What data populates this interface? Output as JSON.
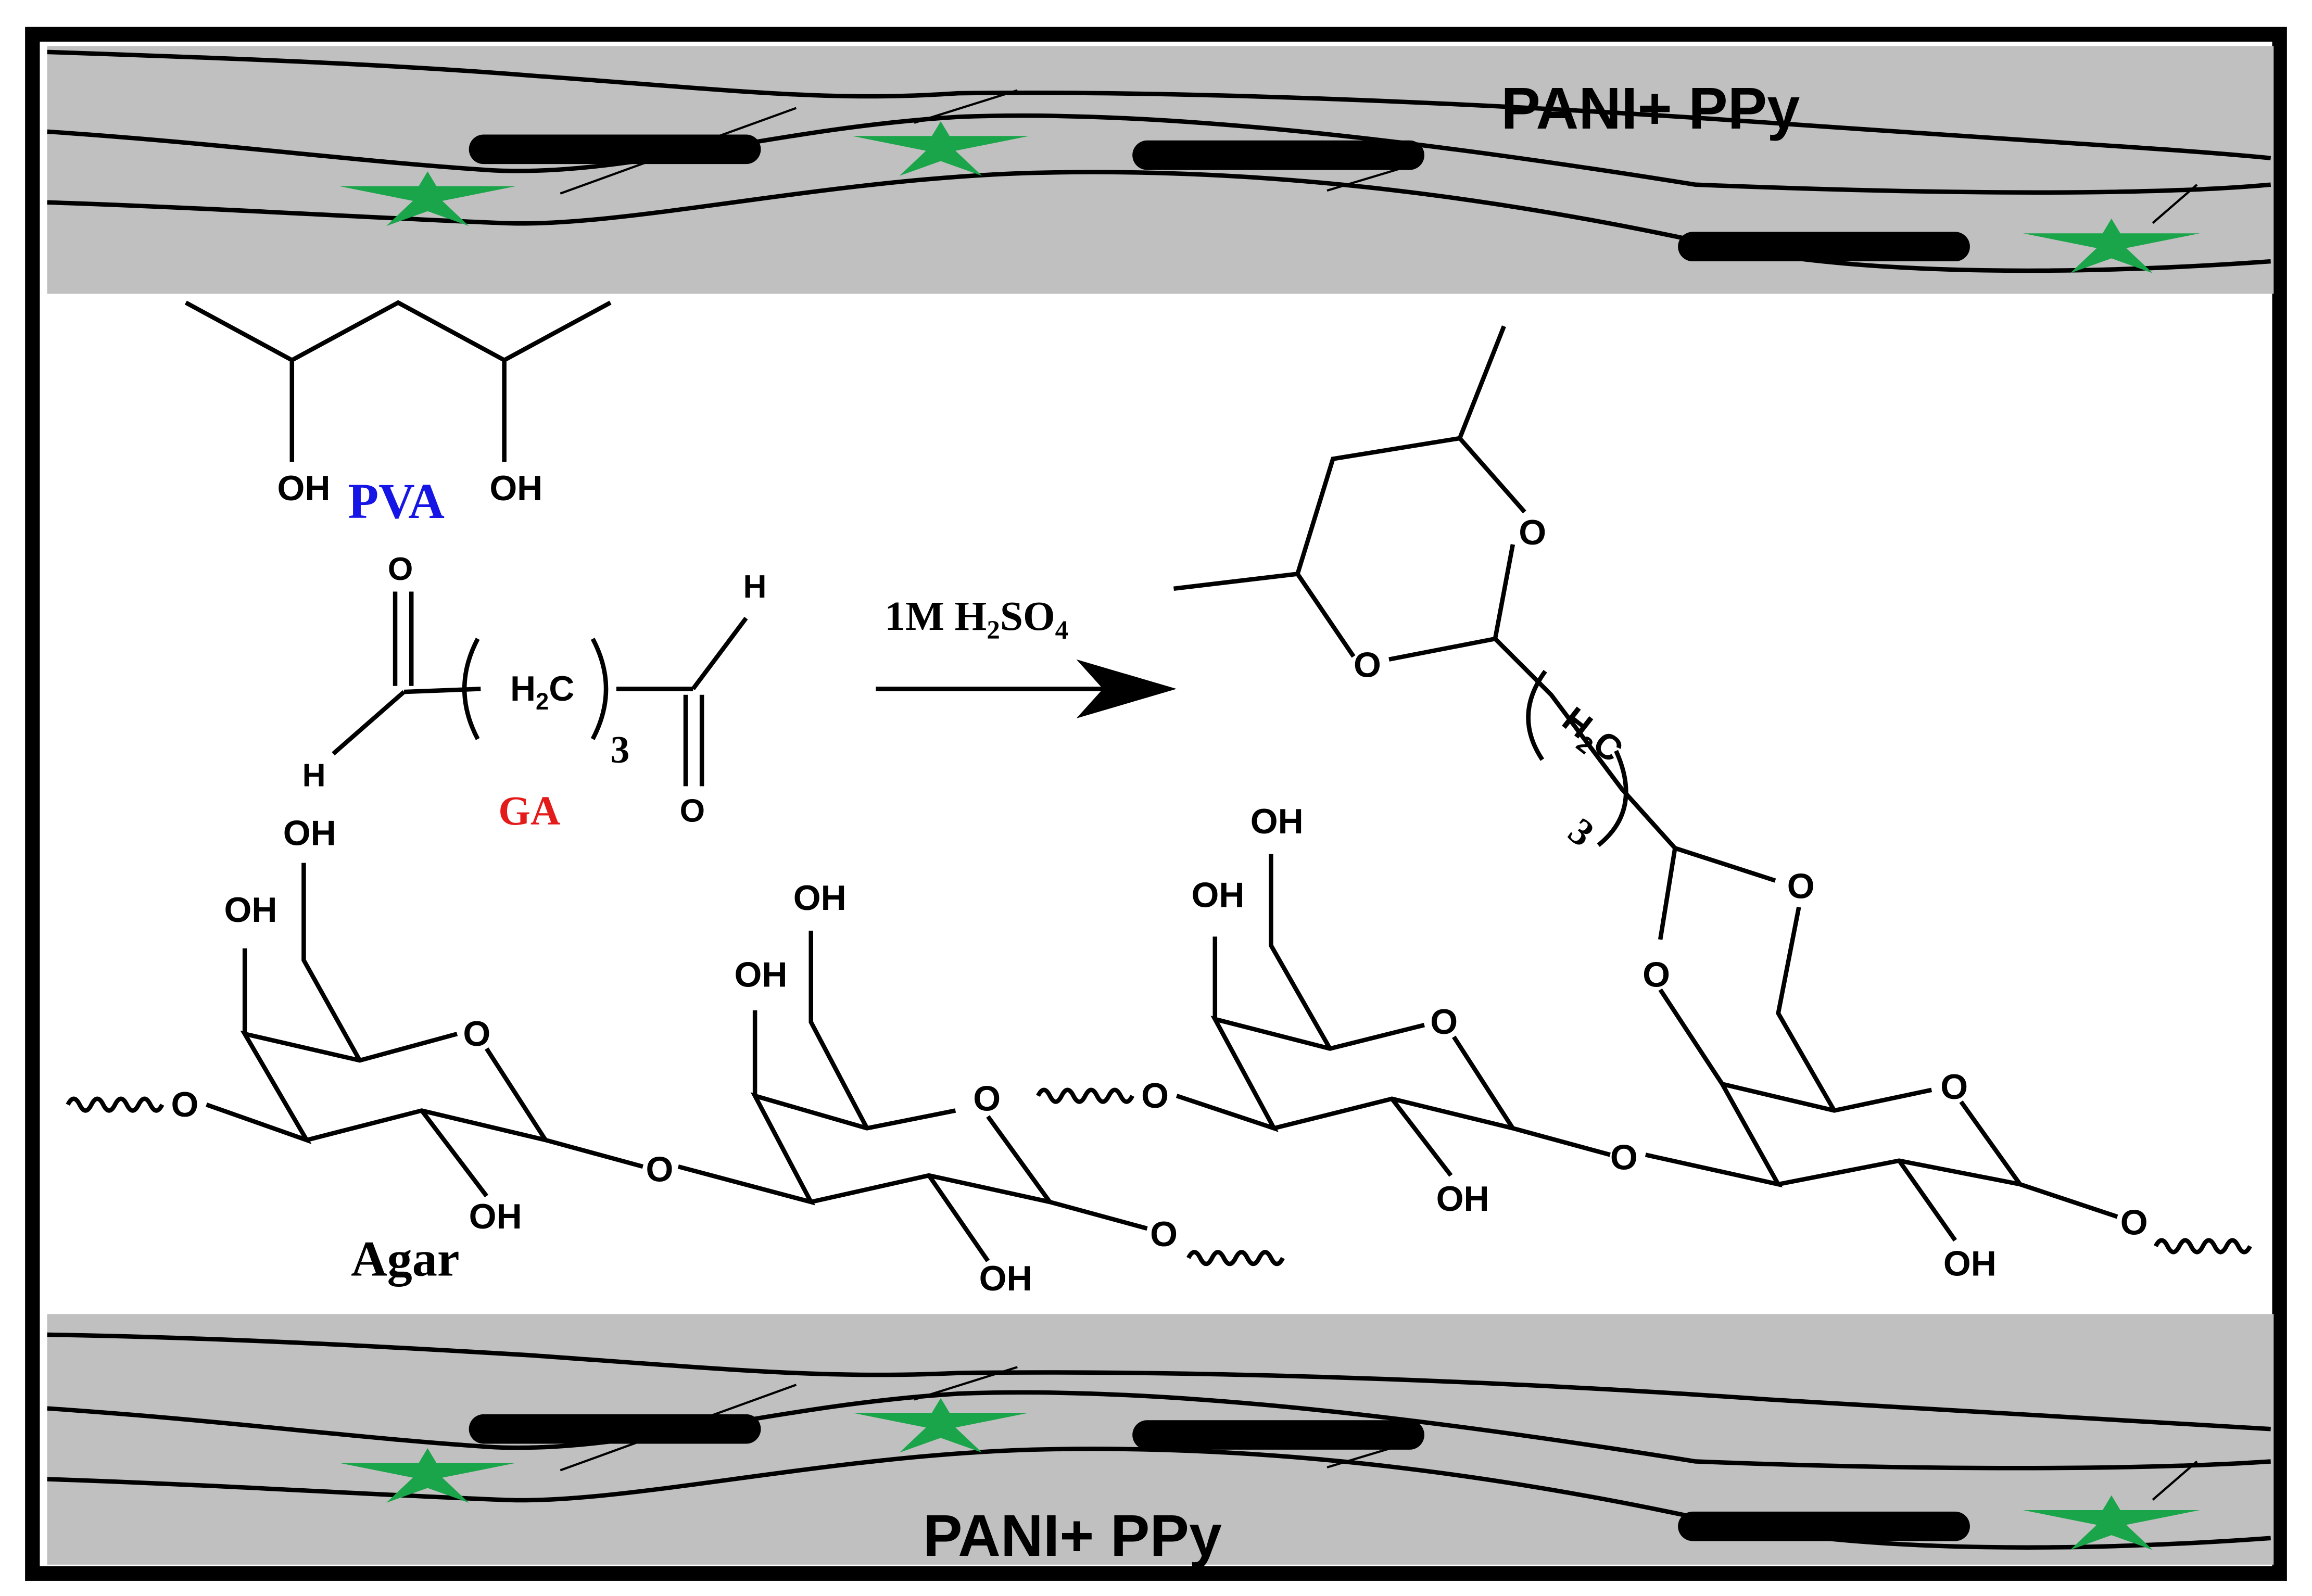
{
  "electrode_label_top": "PANI+ PPy",
  "electrode_label_bottom": "PANI+ PPy",
  "pva": {
    "name": "PVA",
    "oh_left": "OH",
    "oh_right": "OH"
  },
  "ga": {
    "name": "GA",
    "o_left": "O",
    "o_right": "O",
    "h_left": "H",
    "h_right": "H",
    "ch2_h": "H",
    "ch2_sub": "2",
    "ch2_c": "C",
    "n": "3"
  },
  "reaction": {
    "prefix": "1M H",
    "sub1": "2",
    "mid": "SO",
    "sub2": "4"
  },
  "agar": {
    "name": "Agar",
    "wave_o_left": "O",
    "wave_o_right": "O",
    "glyco_o": "O",
    "ring1_o": "O",
    "ring2_o": "O",
    "oh_r1_ch2": "OH",
    "oh_r1_c4": "OH",
    "oh_r1_c2": "OH",
    "oh_r2_ch2": "OH",
    "oh_r2_c4": "OH",
    "oh_r2_c2": "OH"
  },
  "product": {
    "ring_o_top": "O",
    "ring_o_bottom": "O",
    "ch2_h": "H",
    "ch2_sub": "2",
    "ch2_c": "C",
    "n": "3",
    "acetal_o_left": "O",
    "acetal_o_right": "O",
    "wave_o_left": "O",
    "wave_o_right": "O",
    "glyco_o": "O",
    "ring1_o": "O",
    "ring2_o": "O",
    "oh_r1_ch2": "OH",
    "oh_r1_c4": "OH",
    "oh_r1_c2": "OH",
    "oh_r2_c2": "OH"
  },
  "colors": {
    "frame": "#000000",
    "electrode_fill": "#c0c0c0",
    "star": "#1aa54a",
    "rod": "#000000",
    "pva_text": "#1515e6",
    "ga_text": "#e41b1b",
    "text": "#000000"
  }
}
